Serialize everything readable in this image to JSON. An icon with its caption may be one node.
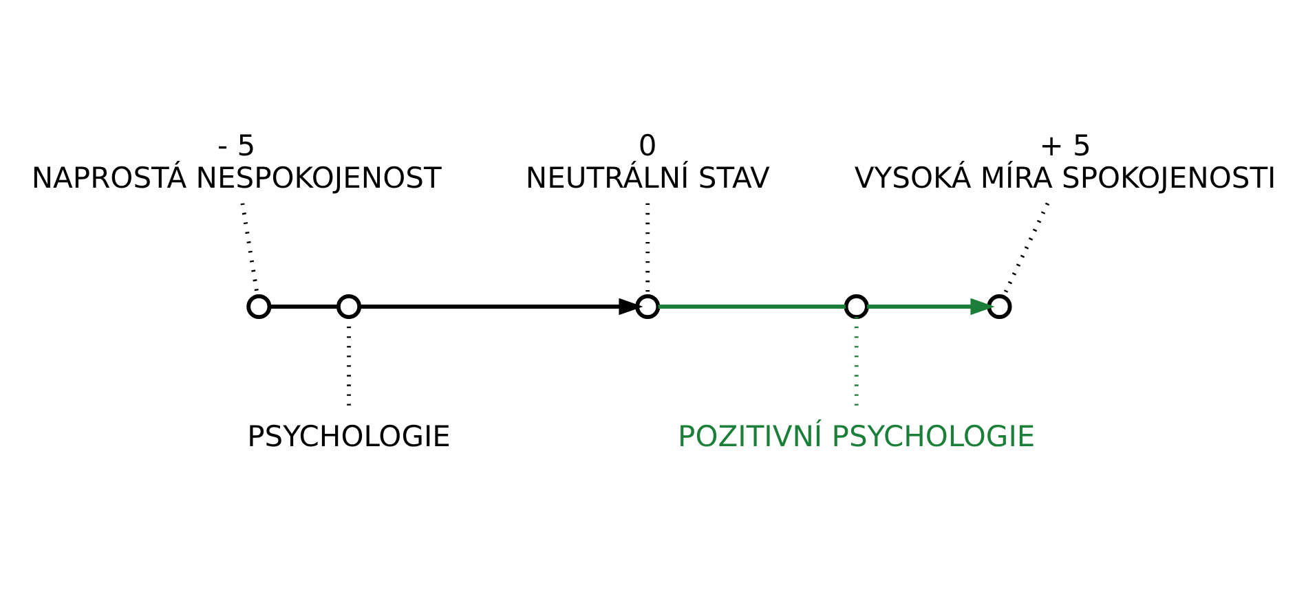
{
  "diagram": {
    "nodes": [
      {
        "text": [
          "- 5",
          "NAPROSTÁ NESPOKOJENOST"
        ]
      },
      {
        "text": [
          "0",
          "NEUTRÁLNÍ STAV"
        ]
      },
      {
        "text": [
          "+ 5",
          "VYSOKÁ MÍRA SPOKOJENOSTI"
        ]
      },
      {
        "text": [],
        "shape": "circle"
      },
      {
        "text": [],
        "shape": "circle"
      },
      {
        "text": [],
        "shape": "circle"
      },
      {
        "text": [],
        "shape": "circle"
      },
      {
        "text": [],
        "shape": "circle"
      },
      {
        "text": [
          "PSYCHOLOGIE"
        ]
      },
      {
        "text": [
          "POZITIVNÍ PSYCHOLOGIE"
        ]
      }
    ],
    "edges": [
      {
        "from": 0,
        "to": 3,
        "arrow": "none",
        "style": "dashed"
      },
      {
        "from": 1,
        "to": 5,
        "arrow": "none",
        "style": "dashed"
      },
      {
        "from": 2,
        "to": 7,
        "arrow": "none",
        "style": "dashed"
      },
      {
        "from": 3,
        "to": 4,
        "arrow": "none"
      },
      {
        "from": 4,
        "to": 5,
        "arrow": "to"
      },
      {
        "from": 5,
        "to": 6,
        "arrow": "none",
        "color": "#1b7f3a"
      },
      {
        "from": 6,
        "to": 7,
        "arrow": "to",
        "color": "#1b7f3a"
      },
      {
        "from": 4,
        "to": 8,
        "arrow": "none",
        "style": "dashed"
      },
      {
        "from": 6,
        "to": 9,
        "arrow": "none",
        "style": "dashed",
        "color": "#1b7f3a"
      }
    ]
  }
}
